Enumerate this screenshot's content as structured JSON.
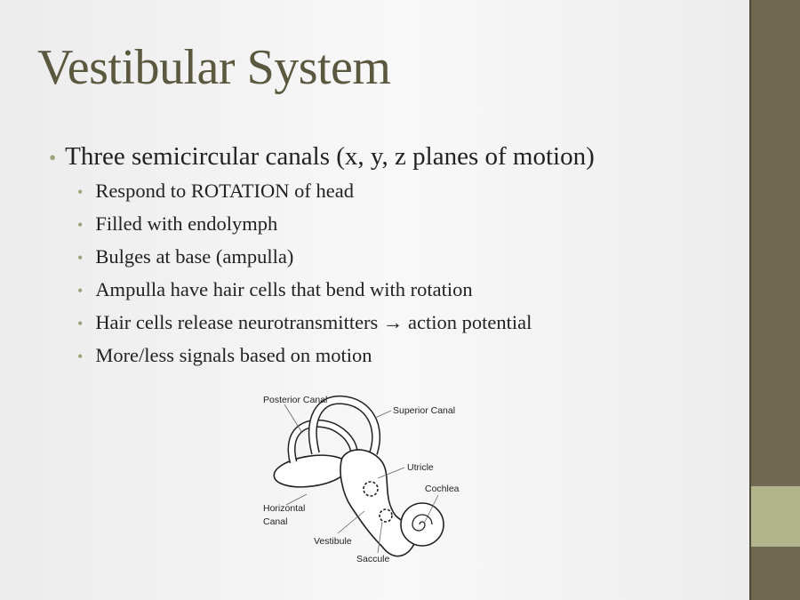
{
  "title": "Vestibular System",
  "bullet": "Three semicircular canals (x, y, z planes of motion)",
  "sub_bullets": [
    "Respond to ROTATION of head",
    "Filled with endolymph",
    "Bulges at base (ampulla)",
    "Ampulla have hair cells that bend with rotation",
    "Hair cells release neurotransmitters → action potential",
    "More/less signals based on motion"
  ],
  "diagram_labels": {
    "posterior": "Posterior Canal",
    "superior": "Superior Canal",
    "utricle": "Utricle",
    "cochlea": "Cochlea",
    "horizontal_1": "Horizontal",
    "horizontal_2": "Canal",
    "vestibule": "Vestibule",
    "saccule": "Saccule"
  },
  "colors": {
    "sidebar": "#716852",
    "accent": "#b2b48b",
    "title": "#5b5840",
    "bullet": "#9da27a"
  }
}
